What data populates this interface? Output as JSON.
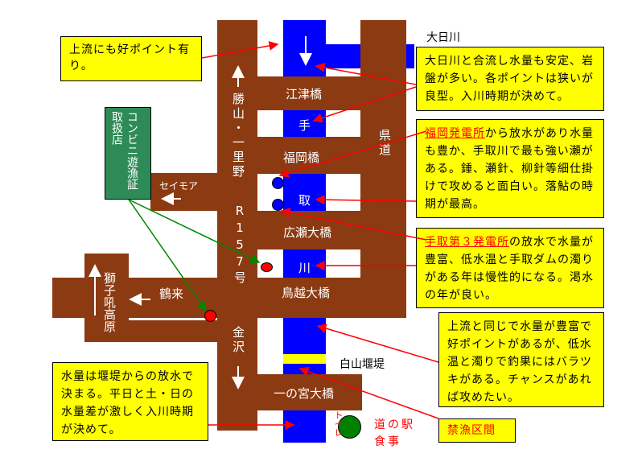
{
  "rivers": {
    "main_char1": "手",
    "main_char2": "取",
    "main_char3": "川",
    "tributary": "大日川"
  },
  "roads": {
    "main": "勝山・一里野",
    "route": "R157号",
    "south": "金沢",
    "prefectural": "県道",
    "seimoa": "セイモア",
    "tsurugi": "鶴来",
    "shishiku": "獅子吼高原"
  },
  "bridges": [
    "江津橋",
    "福岡橋",
    "広瀬大橋",
    "鳥越大橋",
    "一の宮大橋"
  ],
  "dam": "白山堰堤",
  "convenience": "コンビニ遊漁証取扱店",
  "toilet": "トイレ",
  "michinoeki": "道の駅",
  "food": "食事",
  "notes": {
    "upstream": "上流にも好ポイント有り。",
    "dainichi": "大日川と合流し水量も安定、岩盤が多い。各ポイントは狭いが良型。入川時期が決めて。",
    "fukuoka_link": "福岡発電所",
    "fukuoka": "から放水があり水量も豊か、手取川で最も強い瀬がある。錘、瀬針、柳針等細仕掛けで攻めると面白い。落鮎の時期が最高。",
    "tedori3_link": "手取第３発電所",
    "tedori3": "の放水で水量が豊富、低水温と手取ダムの濁りがある年は慢性的になる。渇水の年が良い。",
    "lower": "上流と同じで水量が豊富で好ポイントがあるが、低水温と濁りで釣果にはバラツキがある。チャンスがあれば攻めたい。",
    "dam_note": "水量は堰堤からの放水で決まる。平日と土・日の水量差が激しく入川時期が決めて。",
    "closed": "禁漁区間"
  }
}
